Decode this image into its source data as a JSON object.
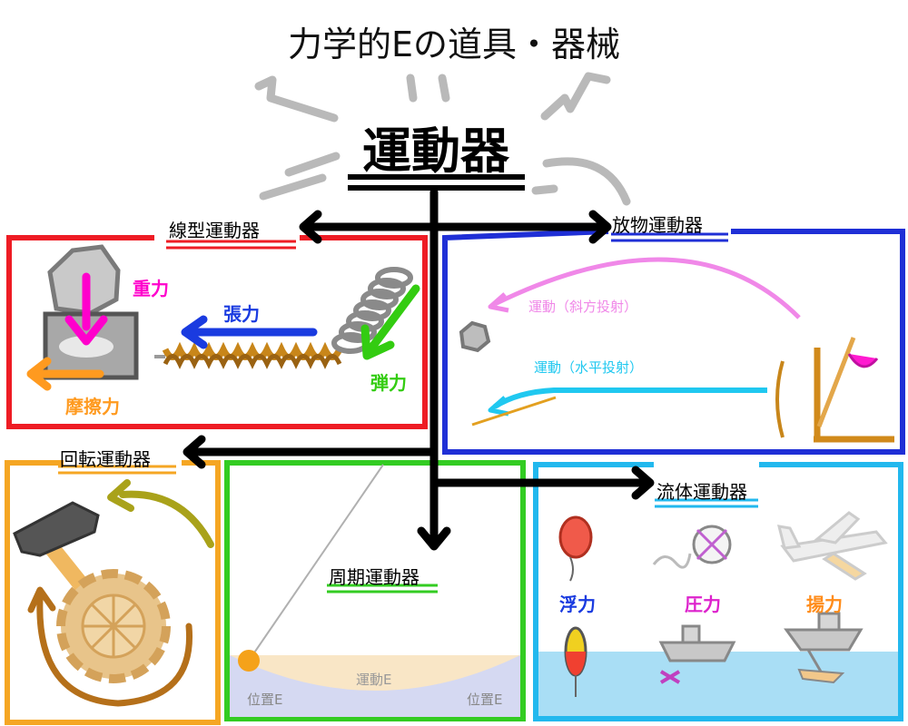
{
  "title": "力学的Eの道具・器械",
  "center": {
    "label": "運動器"
  },
  "panels": {
    "linear": {
      "title": "線型運動器",
      "labels": {
        "gravity": "重力",
        "tension": "張力",
        "elastic": "弾力",
        "friction": "摩擦力"
      },
      "colors": {
        "border": "#ee1c24",
        "gravity": "#ff00cc",
        "tension": "#1a3be0",
        "elastic": "#33cc11",
        "friction": "#ff9a1f"
      }
    },
    "projectile": {
      "title": "放物運動器",
      "labels": {
        "oblique": "運動（斜方投射）",
        "horizontal": "運動（水平投射）"
      },
      "colors": {
        "border": "#1f2fd6",
        "oblique": "#f088e8",
        "horizontal": "#20c8f0"
      }
    },
    "rotation": {
      "title": "回転運動器",
      "colors": {
        "border": "#f5a623"
      }
    },
    "periodic": {
      "title": "周期運動器",
      "labels": {
        "kinetic": "運動E",
        "potential_left": "位置E",
        "potential_right": "位置E"
      },
      "colors": {
        "border": "#33cc22"
      }
    },
    "fluid": {
      "title": "流体運動器",
      "labels": {
        "buoyancy": "浮力",
        "pressure": "圧力",
        "lift": "揚力"
      },
      "colors": {
        "border": "#22b8ee",
        "buoyancy": "#1a3be0",
        "pressure": "#dd22cc",
        "lift": "#ff8c1a",
        "water": "#a9def5"
      }
    }
  }
}
